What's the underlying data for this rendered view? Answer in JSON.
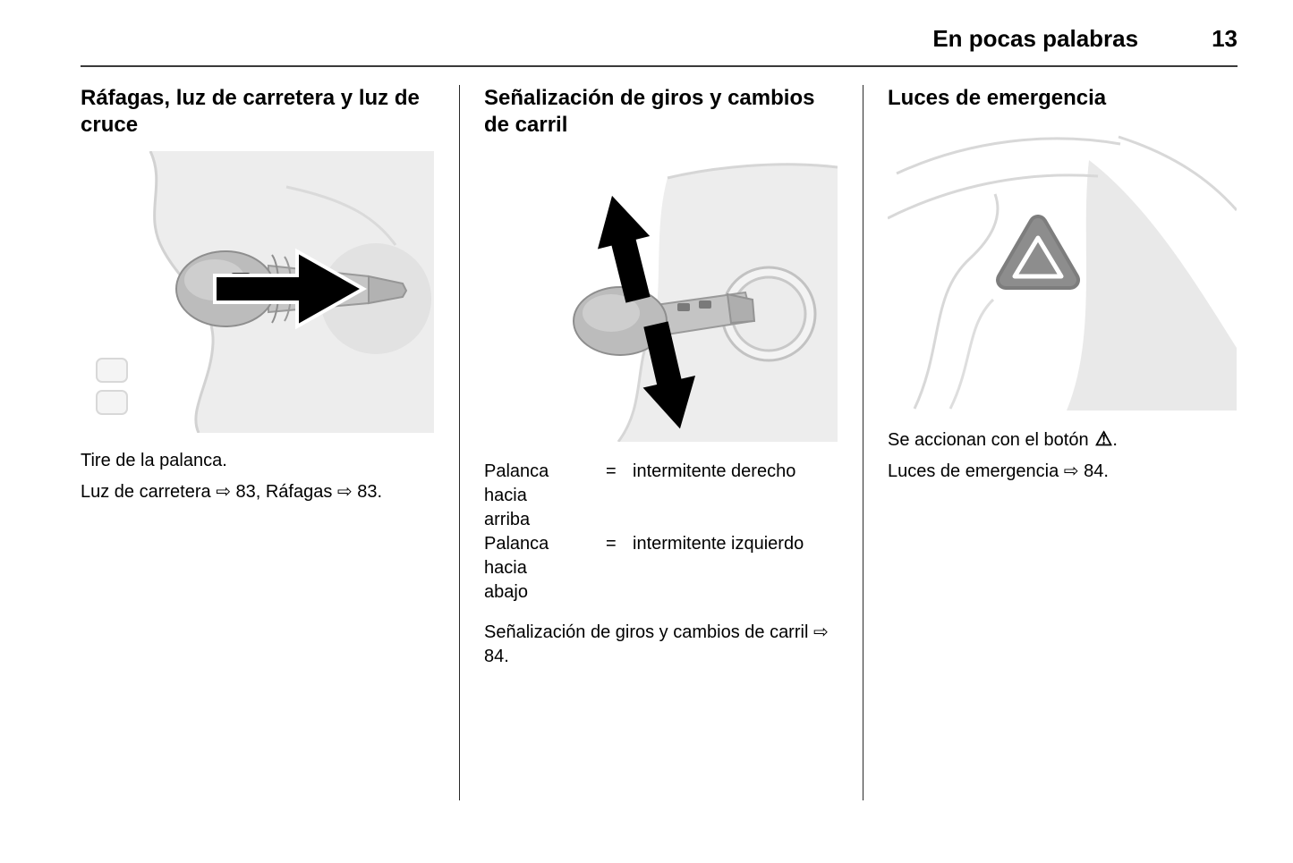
{
  "header": {
    "title": "En pocas palabras",
    "page_number": "13"
  },
  "columns": {
    "flash": {
      "title": "Ráfagas, luz de carretera y luz de cruce",
      "caption_1": "Tire de la palanca.",
      "caption_2": "Luz de carretera ⇨ 83, Ráfagas ⇨ 83."
    },
    "signals": {
      "title": "Señalización de giros y cambios de carril",
      "rows": [
        {
          "term": "Palanca hacia arriba",
          "eq": "=",
          "definition": "intermitente derecho"
        },
        {
          "term": "Palanca hacia abajo",
          "eq": "=",
          "definition": "intermitente izquierdo"
        }
      ],
      "caption": "Señalización de giros y cambios de carril ⇨ 84."
    },
    "hazard": {
      "title": "Luces de emergencia",
      "caption_1_before": "Se accionan con el botón",
      "hazard_symbol": "⚠",
      "caption_1_after": ".",
      "caption_2": "Luces de emergencia ⇨ 84."
    }
  }
}
